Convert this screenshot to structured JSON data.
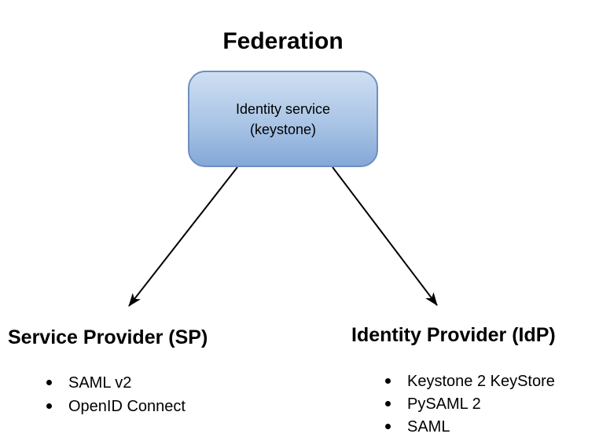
{
  "title": "Federation",
  "node": {
    "label": "Identity service\n(keystone)"
  },
  "branches": [
    {
      "heading": "Service Provider (SP)",
      "items": [
        "SAML v2",
        "OpenID Connect"
      ]
    },
    {
      "heading": "Identity Provider (IdP)",
      "items": [
        "Keystone 2 KeyStore",
        "PySAML 2",
        "SAML"
      ]
    }
  ],
  "colors": {
    "node_fill_top": "#cfdff2",
    "node_fill_bottom": "#85a8d7",
    "node_border": "#6e8fc0",
    "arrow": "#000000",
    "text": "#000000",
    "background": "#ffffff"
  }
}
